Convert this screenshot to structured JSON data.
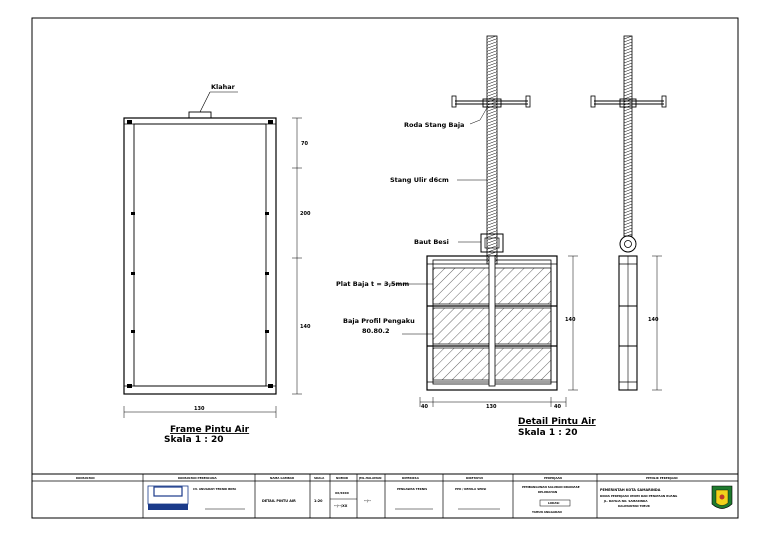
{
  "frame_view": {
    "label_klahar": "Klahar",
    "title": "Frame Pintu Air",
    "scale": "Skala 1 : 20",
    "dims": {
      "top": "70",
      "middle": "200",
      "bottom": "140",
      "width": "130"
    }
  },
  "detail_view": {
    "label_roda": "Roda Stang Baja",
    "label_stang": "Stang Ulir d6cm",
    "label_baut": "Baut Besi",
    "label_plat": "Plat Baja t = 3,5mm",
    "label_profil_1": "Baja Profil Pengaku",
    "label_profil_2": "80.80.2",
    "title": "Detail Pintu Air",
    "scale": "Skala 1 : 20",
    "dims": {
      "height": "140",
      "width": "130",
      "left": "40",
      "right": "40"
    }
  },
  "side_view": {
    "dims": {
      "height": "140"
    }
  },
  "title_block": {
    "col_headers": [
      "KONSULTAN",
      "KONSULTAN PERENCANA",
      "NAMA GAMBAR",
      "SKALA",
      "NOMOR",
      "JML.HALAMAN",
      "DIPERIKSA",
      "DIKETAHUI",
      "PEKERJAAN",
      "PEMILIK PEKERJAAN"
    ],
    "consultant_line": "CV. ANUGRAH TEKNIK BIMA",
    "drawing_name": "DETAIL PINTU AIR",
    "scale_value": "1:20",
    "number_value": "XX/XXXX",
    "number_sub": "--/--/XX",
    "pages_value": "--/--",
    "checked_line": "PENGAWAS TEKNIS",
    "approved_line": "PPK / KEPALA SEKSI",
    "project_line_1": "PEMBANGUNAN SALURAN DRAINASE",
    "project_line_2": "KELURAHAN",
    "project_sub": "LOKASI",
    "project_sub_2": "TAHUN ANGGARAN",
    "owner_line_1": "PEMERINTAH KOTA SAMARINDA",
    "owner_line_2": "DINAS PEKERJAAN UMUM DAN PENATAAN RUANG",
    "owner_line_3": "JL. DAHLIA NO. SAMARINDA",
    "owner_line_4": "KALIMANTAN TIMUR"
  }
}
